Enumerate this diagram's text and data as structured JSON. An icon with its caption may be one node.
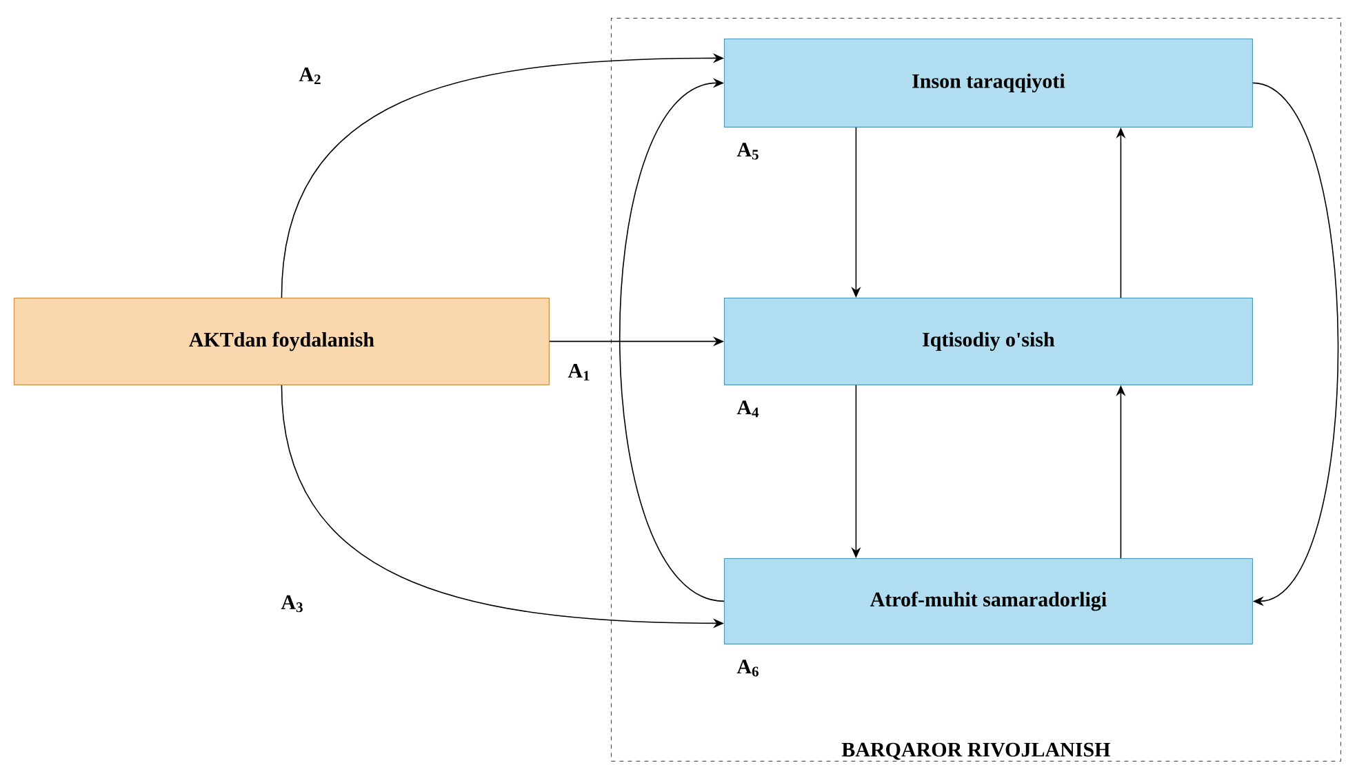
{
  "diagram": {
    "nodes": [
      {
        "text": [
          "BARQAROR RIVOJLANISH"
        ]
      },
      {
        "text": [
          "AKTdan foydalanish"
        ]
      },
      {
        "text": [
          "Inson taraqqiyoti"
        ],
        "in": 0,
        "beside": [
          "A$_{5}$"
        ]
      },
      {
        "text": [
          "Iqtisodiy o'sish"
        ],
        "in": 0,
        "beside": [
          "A$_{4}$"
        ]
      },
      {
        "text": [
          "Atrof-muhit samaradorligi"
        ],
        "in": 0,
        "beside": [
          "A$_{6}$"
        ]
      }
    ],
    "edges": [
      {
        "from": 1,
        "to": 2,
        "arrow": "to",
        "label": "A$_{2}$"
      },
      {
        "from": 1,
        "to": 3,
        "arrow": "to",
        "label": "A$_{1}$"
      },
      {
        "from": 1,
        "to": 4,
        "arrow": "to",
        "label": "A$_{3}$"
      },
      {
        "from": 2,
        "to": 3,
        "arrow": "to"
      },
      {
        "from": 3,
        "to": 4,
        "arrow": "to"
      },
      {
        "from": 4,
        "to": 3,
        "arrow": "to"
      },
      {
        "from": 3,
        "to": 2,
        "arrow": "to"
      },
      {
        "from": 4,
        "to": 2,
        "arrow": "to"
      },
      {
        "from": 2,
        "to": 4,
        "arrow": "to"
      }
    ]
  }
}
